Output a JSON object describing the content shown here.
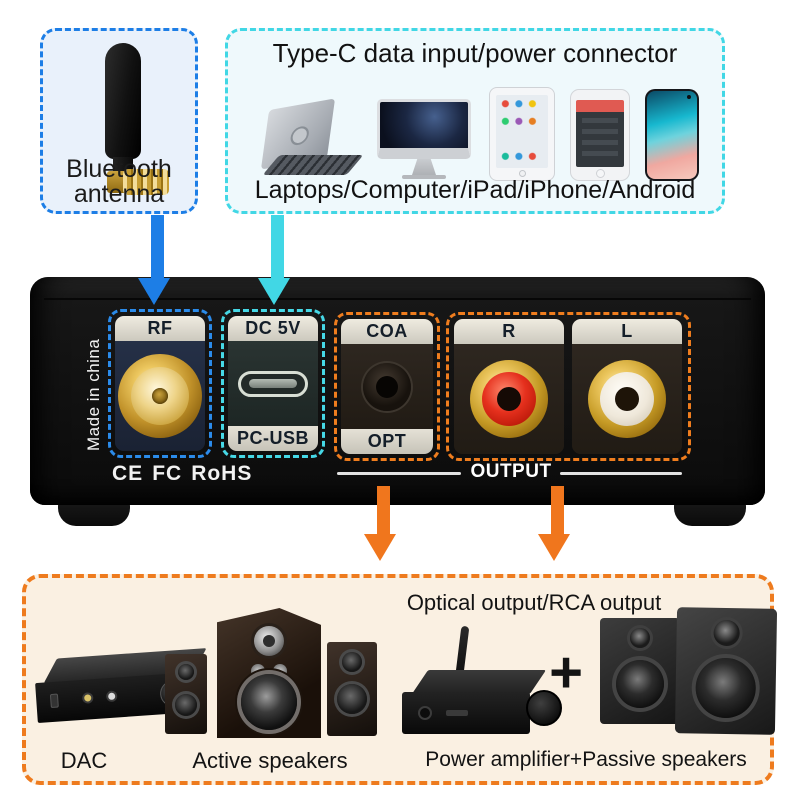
{
  "colors": {
    "blue_accent": "#1d7ee6",
    "cyan_accent": "#41d7e5",
    "orange_accent": "#f0761d",
    "device_black": "#121212",
    "bottom_box_bg": "#faf0e2",
    "bluetooth_box_bg": "#e9f1fb",
    "typec_box_bg": "#eff9fc",
    "rca_red": "#e5301d",
    "rca_white": "#efe8da",
    "connector_gold": "#ecc75f"
  },
  "top_left": {
    "line1": "Bluetooth",
    "line2": "antenna"
  },
  "top_right": {
    "title": "Type-C data input/power connector",
    "caption": "Laptops/Computer/iPad/iPhone/Android"
  },
  "device": {
    "made_in": "Made in china",
    "certs": {
      "ce": "CE",
      "fcc": "FC",
      "rohs": "RoHS"
    },
    "output_label": "OUTPUT",
    "ports": {
      "rf": {
        "label": "RF"
      },
      "usb": {
        "top": "DC 5V",
        "bottom": "PC-USB"
      },
      "coa": {
        "top": "COA",
        "bottom": "OPT"
      },
      "right": {
        "label": "R"
      },
      "left": {
        "label": "L"
      }
    }
  },
  "bottom": {
    "title": "Optical output/RCA output",
    "plus": "+",
    "dac_label": "DAC",
    "active_label": "Active speakers",
    "amp_label": "Power amplifier+Passive speakers"
  }
}
